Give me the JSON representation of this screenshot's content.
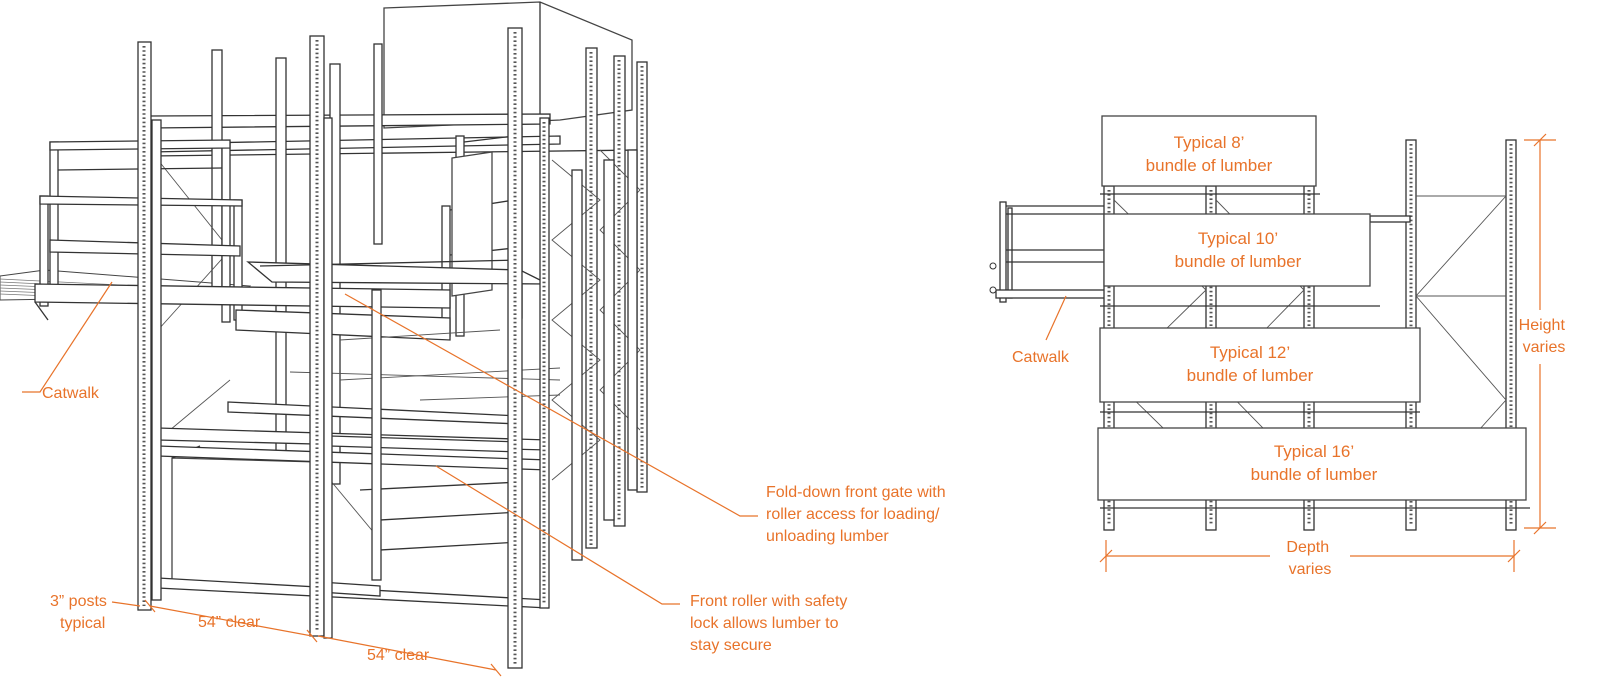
{
  "colors": {
    "accent": "#e8732a",
    "linework": "#333333",
    "background": "#ffffff"
  },
  "perspective_view": {
    "labels": {
      "catwalk": "Catwalk",
      "gate": [
        "Fold-down front gate with",
        "roller access for loading/",
        "unloading lumber"
      ],
      "roller": [
        "Front roller with safety",
        "lock allows lumber to",
        "stay secure"
      ],
      "posts": [
        "3” posts",
        "typical"
      ],
      "clear_1": "54” clear",
      "clear_2": "54” clear"
    }
  },
  "side_view": {
    "bundles": [
      {
        "line1": "Typical 8’",
        "line2": "bundle of lumber"
      },
      {
        "line1": "Typical 10’",
        "line2": "bundle of lumber"
      },
      {
        "line1": "Typical 12’",
        "line2": "bundle of lumber"
      },
      {
        "line1": "Typical 16’",
        "line2": "bundle of lumber"
      }
    ],
    "labels": {
      "catwalk": "Catwalk",
      "height": [
        "Height",
        "varies"
      ],
      "depth": [
        "Depth",
        "varies"
      ]
    }
  }
}
